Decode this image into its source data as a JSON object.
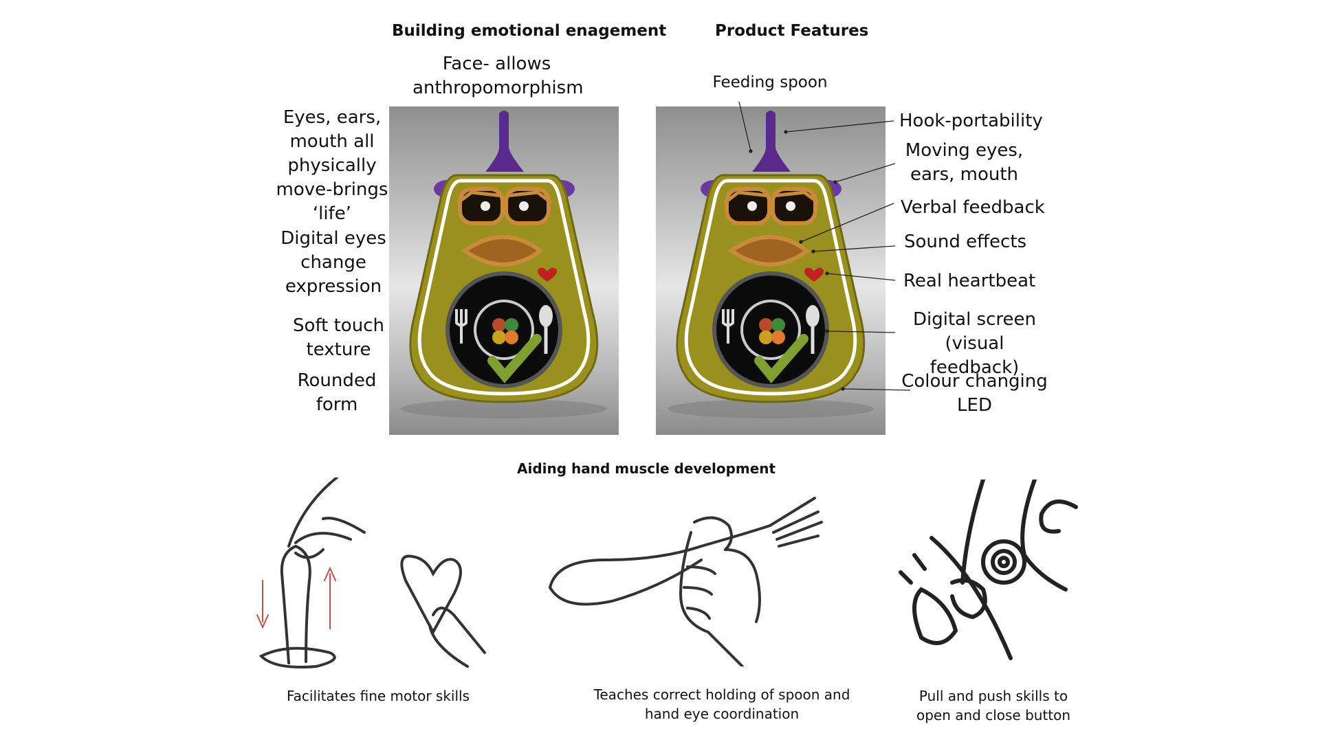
{
  "headings": {
    "emotional": "Building emotional enagement",
    "features": "Product Features",
    "hand": "Aiding hand muscle  development"
  },
  "emotional_labels": {
    "face": "Face- allows anthropomorphism",
    "eyes": "Eyes, ears, mouth all physically move-brings ‘life’",
    "digital_eyes": "Digital eyes change expression",
    "soft_touch": "Soft touch texture",
    "rounded": "Rounded form"
  },
  "feature_labels": {
    "feeding_spoon": "Feeding spoon",
    "hook": "Hook-portability",
    "moving": "Moving eyes, ears, mouth",
    "verbal": "Verbal feedback",
    "sound": "Sound effects",
    "heartbeat": "Real heartbeat",
    "screen": "Digital screen (visual feedback)",
    "led": "Colour changing LED"
  },
  "captions": {
    "fine_motor": "Facilitates fine motor skills",
    "spoon": "Teaches correct holding of spoon and hand eye coordination",
    "pull_push": "Pull and push skills to open and close button"
  },
  "colors": {
    "body": "#9a9020",
    "body_edge": "#6e6810",
    "outline": "#ffffff",
    "hook": "#5a2a8a",
    "ears": "#6a3aa0",
    "heart": "#c0201e",
    "checkmark": "#7fa030",
    "eye_frame": "#c98a3a"
  }
}
